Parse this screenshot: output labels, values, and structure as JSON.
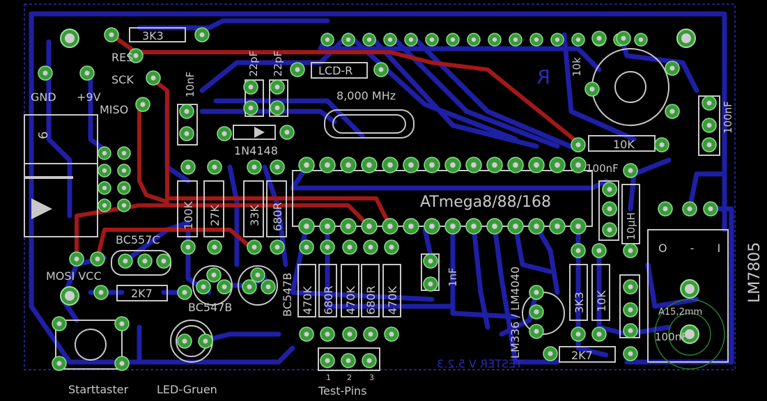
{
  "board": {
    "title": "TESTER V 5.2.3",
    "mcu": "ATmega8/88/168",
    "regulator": "LM7805",
    "reference": "LM336 / LM4040",
    "crystal": "8,000 MHz",
    "mirror_glyph": "R"
  },
  "connectors": {
    "gnd": "GND",
    "vcc9": "+9V",
    "res": "RES",
    "sck": "SCK",
    "miso": "MISO",
    "mosi_vcc": "MOSI VCC",
    "battery_pin": "6"
  },
  "components": {
    "r_3k3_top": "3K3",
    "lcd_r": "LCD-R",
    "c_22pf_a": "22pF",
    "c_22pf_b": "22pF",
    "c_10nf_left": "10nF",
    "diode": "1N4148",
    "r_100k": "100K",
    "r_27k": "27K",
    "r_33k": "33K",
    "r_680r_top": "680R",
    "t_bc557c": "BC557C",
    "t_bc547b_a": "BC547B",
    "t_bc547b_b": "BC547B",
    "r_2k7_left": "2K7",
    "r_470k_1": "470K",
    "r_680r_1": "680R",
    "r_470k_2": "470K",
    "r_680r_2": "680R",
    "r_470k_3": "470K",
    "c_1nf": "1nF",
    "r_10k_pot": "10k",
    "r_10k_right": "10K",
    "c_100nf_mid": "100nF",
    "c_100nf_right": "100nF",
    "l_10uh": "10µH",
    "r_3k3_right": "3K3",
    "r_10k_right2": "10K",
    "r_2k7_right": "2K7",
    "reg_pins": "O - I",
    "heatsink": "A15,2mm",
    "c_100n_heatsink": "100nF"
  },
  "bottom_labels": {
    "button": "Starttaster",
    "led": "LED-Gruen",
    "test_pins": "Test-Pins",
    "pin1": "1",
    "pin2": "2",
    "pin3": "3"
  },
  "colors": {
    "background": "#000000",
    "trace_bottom": "#1f1fa6",
    "trace_top": "#a31818",
    "pad": "#3a9a3a",
    "silkscreen": "#c8c8c8"
  }
}
